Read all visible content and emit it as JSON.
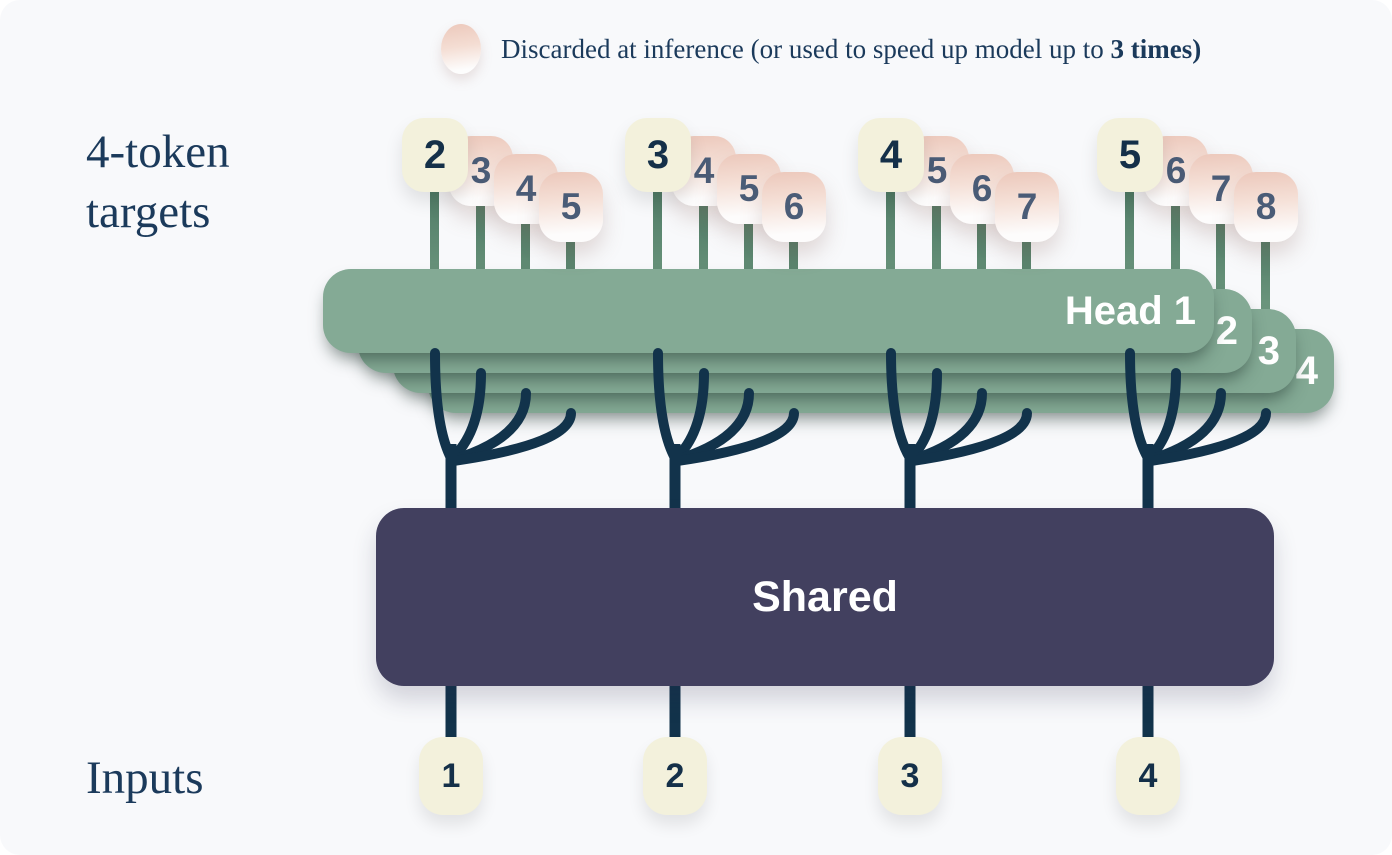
{
  "legend": {
    "icon": "discarded-token-icon",
    "text_regular": "Discarded at inference (or used to speed up model up to ",
    "text_bold": "3 times)"
  },
  "labels": {
    "targets_line1": "4-token",
    "targets_line2": "targets",
    "inputs": "Inputs"
  },
  "heads": [
    {
      "label": "Head 1"
    },
    {
      "label": "2"
    },
    {
      "label": "3"
    },
    {
      "label": "4"
    }
  ],
  "shared": {
    "label": "Shared"
  },
  "groups": [
    {
      "input": "1",
      "targets": [
        "2",
        "3",
        "4",
        "5"
      ]
    },
    {
      "input": "2",
      "targets": [
        "3",
        "4",
        "5",
        "6"
      ]
    },
    {
      "input": "3",
      "targets": [
        "4",
        "5",
        "6",
        "7"
      ]
    },
    {
      "input": "4",
      "targets": [
        "5",
        "6",
        "7",
        "8"
      ]
    }
  ],
  "colors": {
    "background": "#f8f9fb",
    "navy_line": "#12334b",
    "navy_text": "#1b3a5b",
    "head_green": "#84aa95",
    "cream_token": "#f3f1dc",
    "pink_token_top": "#ecc8bb",
    "shared_box": "#42405f",
    "pink_number": "#4a5c77"
  }
}
